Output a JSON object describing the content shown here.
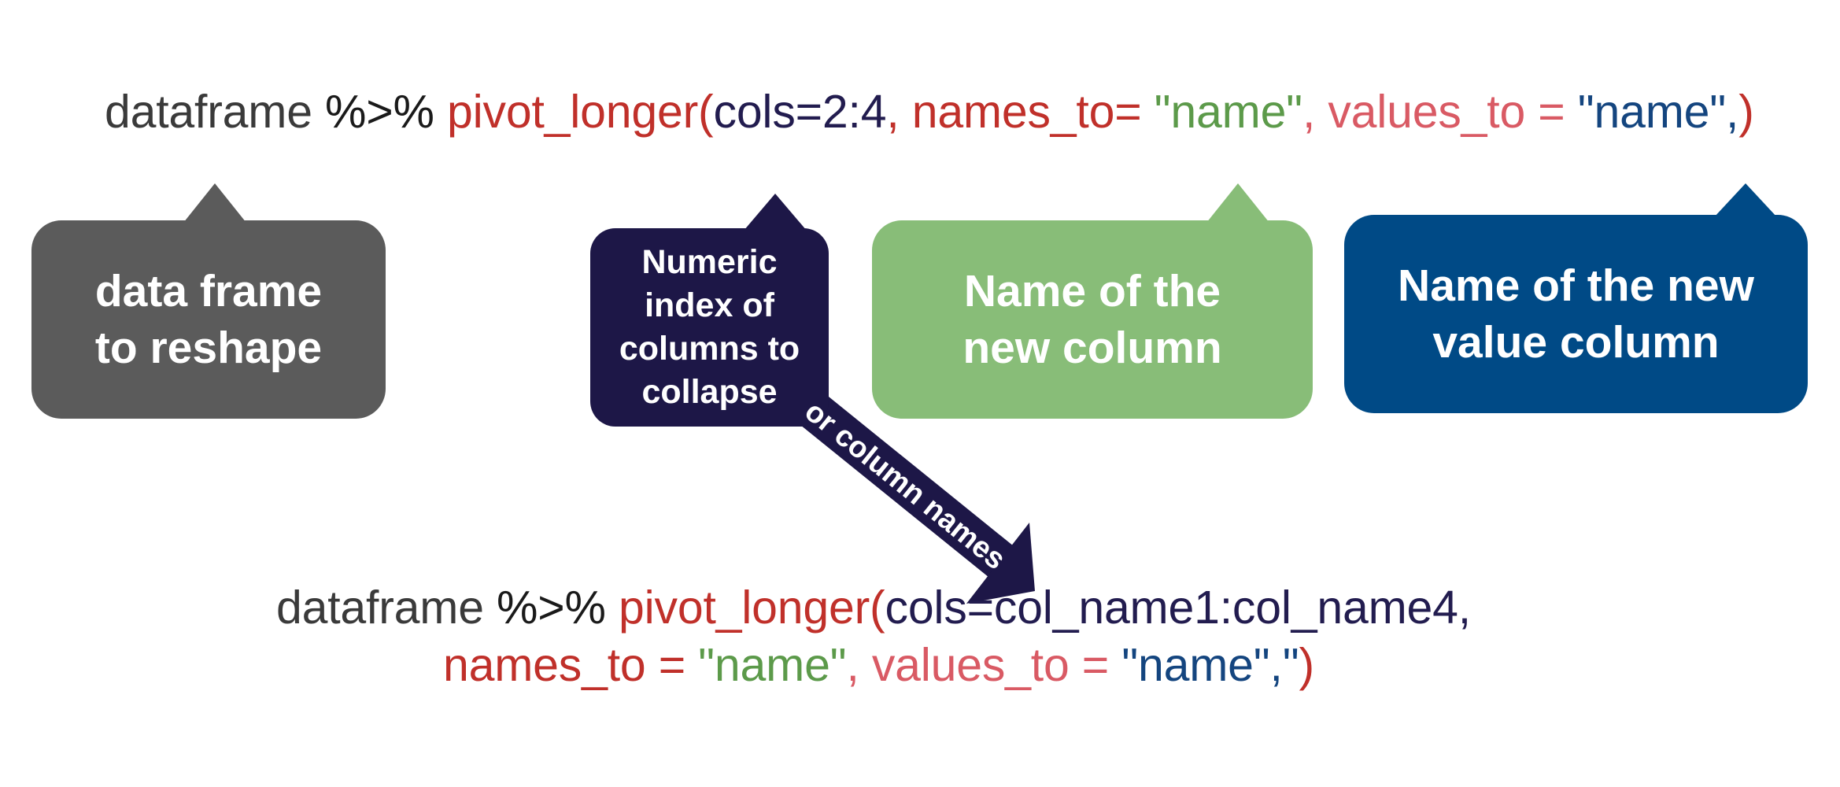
{
  "colors": {
    "dataframe_text": "#3a3a3a",
    "pipe_text": "#1a1a1a",
    "function_red": "#c0302a",
    "cols_navy": "#221c4f",
    "name_string_green": "#5c9a4a",
    "values_pink": "#d95a64",
    "value_string_blue": "#14457f",
    "bubble_gray": "#5b5b5b",
    "bubble_navy": "#1d1747",
    "bubble_green": "#88bd78",
    "bubble_blue": "#004a86"
  },
  "code1": {
    "df": "dataframe ",
    "pipe": "%>% ",
    "func": "pivot_longer(",
    "cols": "cols=2:4",
    "sep1": ", ",
    "names_to": "names_to= ",
    "name_str": "\"name\"",
    "sep2": ", ",
    "values_to": "values_to = ",
    "value_str": "\"name\",",
    "close": ")"
  },
  "code2": {
    "df": "dataframe ",
    "pipe": "%>% ",
    "func": "pivot_longer(",
    "cols": "cols=col_name1:col_name4,",
    "names_to": "names_to = ",
    "name_str": "\"name\"",
    "sep": ", ",
    "values_to": "values_to = ",
    "value_str": "\"name\",\"",
    "close": ")"
  },
  "bubbles": {
    "dataframe": "data frame\nto reshape",
    "cols": "Numeric\nindex of\ncolumns to\ncollapse",
    "names": "Name of the\nnew column",
    "values": "Name of the new\nvalue column"
  },
  "arrow_label": "or column names"
}
